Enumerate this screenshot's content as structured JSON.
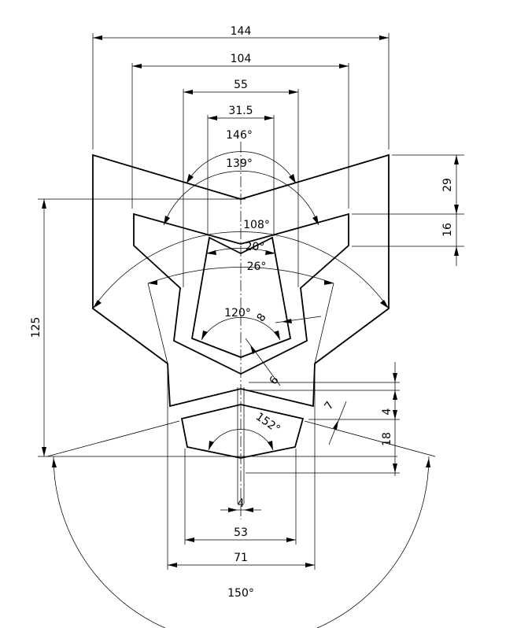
{
  "dimensions": {
    "width_144": "144",
    "width_104": "104",
    "width_55": "55",
    "width_31_5": "31.5",
    "angle_146": "146°",
    "angle_139": "139°",
    "angle_108": "108°",
    "angle_20": "20°",
    "angle_26": "26°",
    "angle_120": "120°",
    "thickness_8": "8",
    "thickness_6": "6",
    "thickness_7": "7",
    "angle_152": "152°",
    "height_125": "125",
    "height_29": "29",
    "height_16": "16",
    "height_4": "4",
    "height_18": "18",
    "slot_4": "4",
    "width_53": "53",
    "width_71": "71",
    "angle_150": "150°"
  }
}
